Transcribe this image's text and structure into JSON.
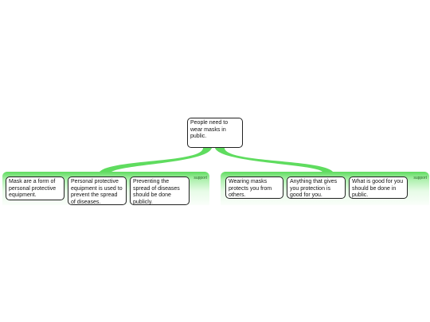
{
  "root": {
    "text": "People need to wear masks in public."
  },
  "groups": [
    {
      "label": "support",
      "color": "#5fdc5f",
      "nodes": [
        {
          "text": "Mask are a form of personal protective equipment."
        },
        {
          "text": "Personal protective equipment is used to prevent the spread of diseases."
        },
        {
          "text": "Preventing the spread of diseases should be done publicly."
        }
      ]
    },
    {
      "label": "support",
      "color": "#5fdc5f",
      "nodes": [
        {
          "text": "Wearing masks protects you from others."
        },
        {
          "text": "Anything that gives you protection is good for you."
        },
        {
          "text": "What is good for you should be done in public."
        }
      ]
    }
  ]
}
